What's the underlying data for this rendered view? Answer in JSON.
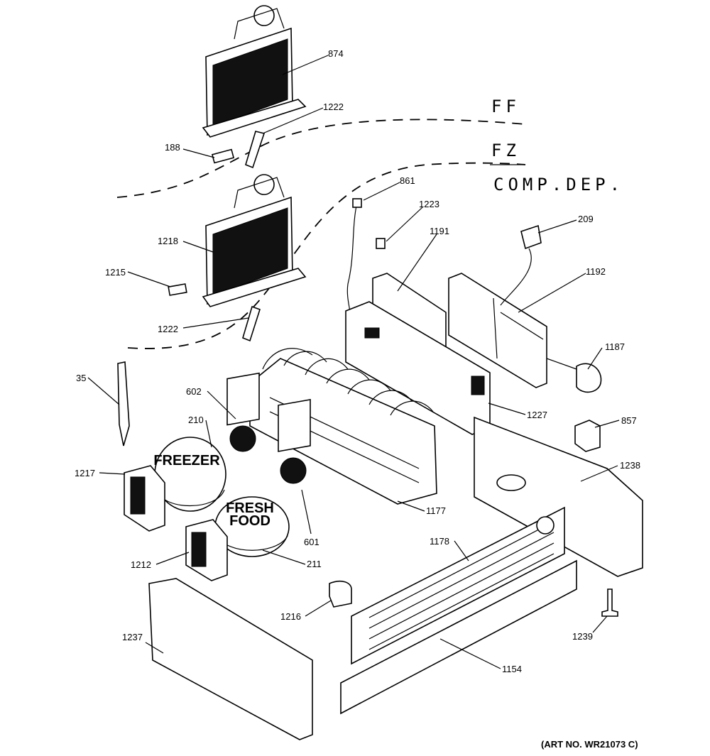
{
  "zones": {
    "ff": "FF",
    "fz": "FZ",
    "comp": "COMP.DEP."
  },
  "stamps": {
    "freezer": "FREEZER",
    "fresh": "FRESH",
    "food": "FOOD"
  },
  "art_no": "(ART NO. WR21073 C)",
  "callouts": {
    "c874": "874",
    "c1222a": "1222",
    "c188": "188",
    "c861": "861",
    "c1223": "1223",
    "c1191": "1191",
    "c209": "209",
    "c1218": "1218",
    "c1215": "1215",
    "c1192": "1192",
    "c1222b": "1222",
    "c1187": "1187",
    "c35": "35",
    "c602": "602",
    "c210": "210",
    "c1227": "1227",
    "c857": "857",
    "c1217": "1217",
    "c1238": "1238",
    "c1177": "1177",
    "c601": "601",
    "c1178": "1178",
    "c1212": "1212",
    "c211": "211",
    "c1216": "1216",
    "c1239": "1239",
    "c1237": "1237",
    "c1154": "1154"
  }
}
